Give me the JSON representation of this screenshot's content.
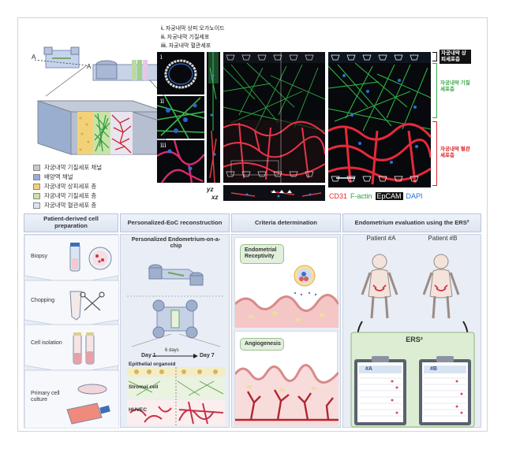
{
  "schematic": {
    "label_a_left": "A",
    "label_a_right": "A",
    "legend": [
      {
        "label": "자궁내막 기질세포 채널",
        "color": "#c9c9c9"
      },
      {
        "label": "배양액 채널",
        "color": "#9aaed8"
      },
      {
        "label": "자궁내막 상피세포 층",
        "color": "#f2d279"
      },
      {
        "label": "자궁내막 기질세포 층",
        "color": "#c8e3a8"
      },
      {
        "label": "자궁내막 혈관세포 층",
        "color": "#d9e4f5"
      }
    ]
  },
  "micrographs": {
    "legend_list": [
      {
        "num": "i.",
        "label": "자궁내막 상피 오가노이드"
      },
      {
        "num": "ii.",
        "label": "자궁내막 기질세포"
      },
      {
        "num": "iii.",
        "label": "자궁내막 혈관세포"
      }
    ],
    "inset_labels": [
      "i",
      "ii",
      "iii"
    ],
    "axis_yz": "yz",
    "axis_xz": "xz",
    "stains": [
      {
        "label": "CD31",
        "color": "#e8262b"
      },
      {
        "label": "F-actin",
        "color": "#2aa33a"
      },
      {
        "label": "EpCAM",
        "color": "#ffffff"
      },
      {
        "label": "DAPI",
        "color": "#1f6fd1"
      }
    ],
    "layer_labels": [
      {
        "label": "자궁내막 상피세포층",
        "color": "#111111"
      },
      {
        "label": "자궁내막 기질세포층",
        "color": "#3fa84a"
      },
      {
        "label": "자궁내막 혈관세포층",
        "color": "#d6262b"
      }
    ]
  },
  "workflow": {
    "stages": [
      {
        "title": "Patient-derived cell preparation"
      },
      {
        "title": "Personalized-EoC reconstruction"
      },
      {
        "title": "Criteria determination"
      },
      {
        "title": "Endometrium evaluation using the ERS²"
      }
    ],
    "prep_steps": [
      "Biopsy",
      "Chopping",
      "Cell isolation",
      "Primary cell culture"
    ],
    "chip_title": "Personalized Endometrium-on-a-chip",
    "day_start": "Day 1",
    "day_end": "Day 7",
    "duration": "6 days",
    "layers": [
      "Epithelial organoid",
      "Stromal cell",
      "HUVEC"
    ],
    "criteria": [
      "Endometrial Receptivity",
      "Angiogenesis"
    ],
    "patients": [
      "Patient #A",
      "Patient #B"
    ],
    "ers_title": "ERS²",
    "ers_cards": [
      "#A",
      "#B"
    ]
  }
}
